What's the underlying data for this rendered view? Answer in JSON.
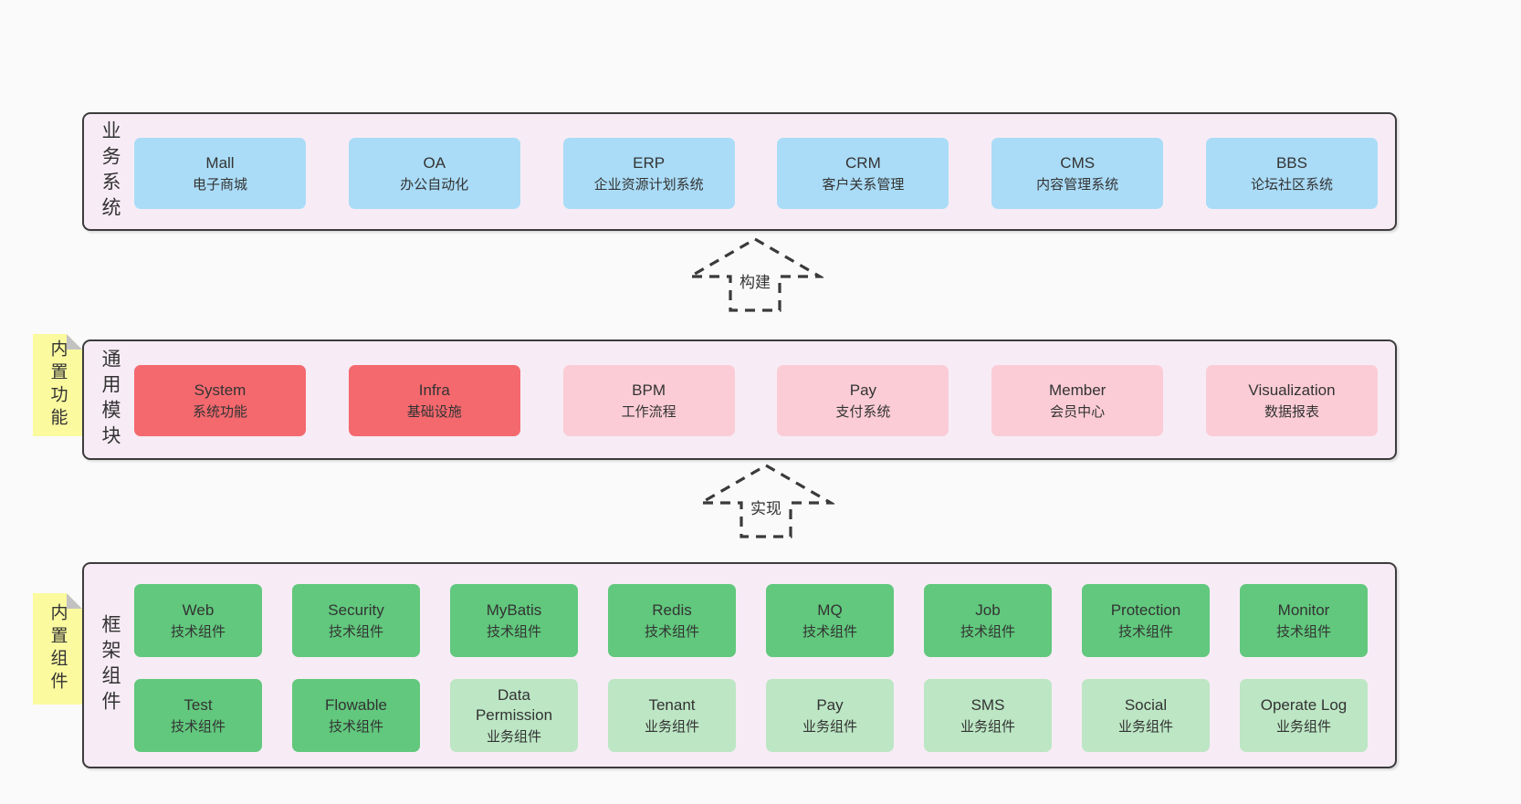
{
  "colors": {
    "page_bg": "#fafafa",
    "container_bg": "#f7ecf5",
    "container_border": "#3c3c3c",
    "blue": "#aadcf7",
    "red": "#f4696e",
    "pink": "#fbccd6",
    "green": "#61c87d",
    "lightgreen": "#bce6c4",
    "yellow_note": "#fbfa9f",
    "note_fold": "#c2c2c2",
    "arrow_stroke": "#3a3a3a",
    "text": "#333333"
  },
  "sections": [
    {
      "label": "业务系统",
      "boxes": [
        {
          "name": "Mall",
          "sub": "电子商城",
          "color": "blue"
        },
        {
          "name": "OA",
          "sub": "办公自动化",
          "color": "blue"
        },
        {
          "name": "ERP",
          "sub": "企业资源计划系统",
          "color": "blue"
        },
        {
          "name": "CRM",
          "sub": "客户关系管理",
          "color": "blue"
        },
        {
          "name": "CMS",
          "sub": "内容管理系统",
          "color": "blue"
        },
        {
          "name": "BBS",
          "sub": "论坛社区系统",
          "color": "blue"
        }
      ]
    },
    {
      "label": "通用模块",
      "note": "内置功能",
      "boxes": [
        {
          "name": "System",
          "sub": "系统功能",
          "color": "red"
        },
        {
          "name": "Infra",
          "sub": "基础设施",
          "color": "red"
        },
        {
          "name": "BPM",
          "sub": "工作流程",
          "color": "pink"
        },
        {
          "name": "Pay",
          "sub": "支付系统",
          "color": "pink"
        },
        {
          "name": "Member",
          "sub": "会员中心",
          "color": "pink"
        },
        {
          "name": "Visualization",
          "sub": "数据报表",
          "color": "pink"
        }
      ]
    },
    {
      "label": "框架组件",
      "note": "内置组件",
      "rows": [
        [
          {
            "name": "Web",
            "sub": "技术组件",
            "color": "green"
          },
          {
            "name": "Security",
            "sub": "技术组件",
            "color": "green"
          },
          {
            "name": "MyBatis",
            "sub": "技术组件",
            "color": "green"
          },
          {
            "name": "Redis",
            "sub": "技术组件",
            "color": "green"
          },
          {
            "name": "MQ",
            "sub": "技术组件",
            "color": "green"
          },
          {
            "name": "Job",
            "sub": "技术组件",
            "color": "green"
          },
          {
            "name": "Protection",
            "sub": "技术组件",
            "color": "green"
          },
          {
            "name": "Monitor",
            "sub": "技术组件",
            "color": "green"
          }
        ],
        [
          {
            "name": "Test",
            "sub": "技术组件",
            "color": "green"
          },
          {
            "name": "Flowable",
            "sub": "技术组件",
            "color": "green"
          },
          {
            "name": "Data Permission",
            "sub": "业务组件",
            "color": "lightgreen"
          },
          {
            "name": "Tenant",
            "sub": "业务组件",
            "color": "lightgreen"
          },
          {
            "name": "Pay",
            "sub": "业务组件",
            "color": "lightgreen"
          },
          {
            "name": "SMS",
            "sub": "业务组件",
            "color": "lightgreen"
          },
          {
            "name": "Social",
            "sub": "业务组件",
            "color": "lightgreen"
          },
          {
            "name": "Operate Log",
            "sub": "业务组件",
            "color": "lightgreen"
          }
        ]
      ]
    }
  ],
  "arrows": [
    {
      "label": "构建"
    },
    {
      "label": "实现"
    }
  ]
}
